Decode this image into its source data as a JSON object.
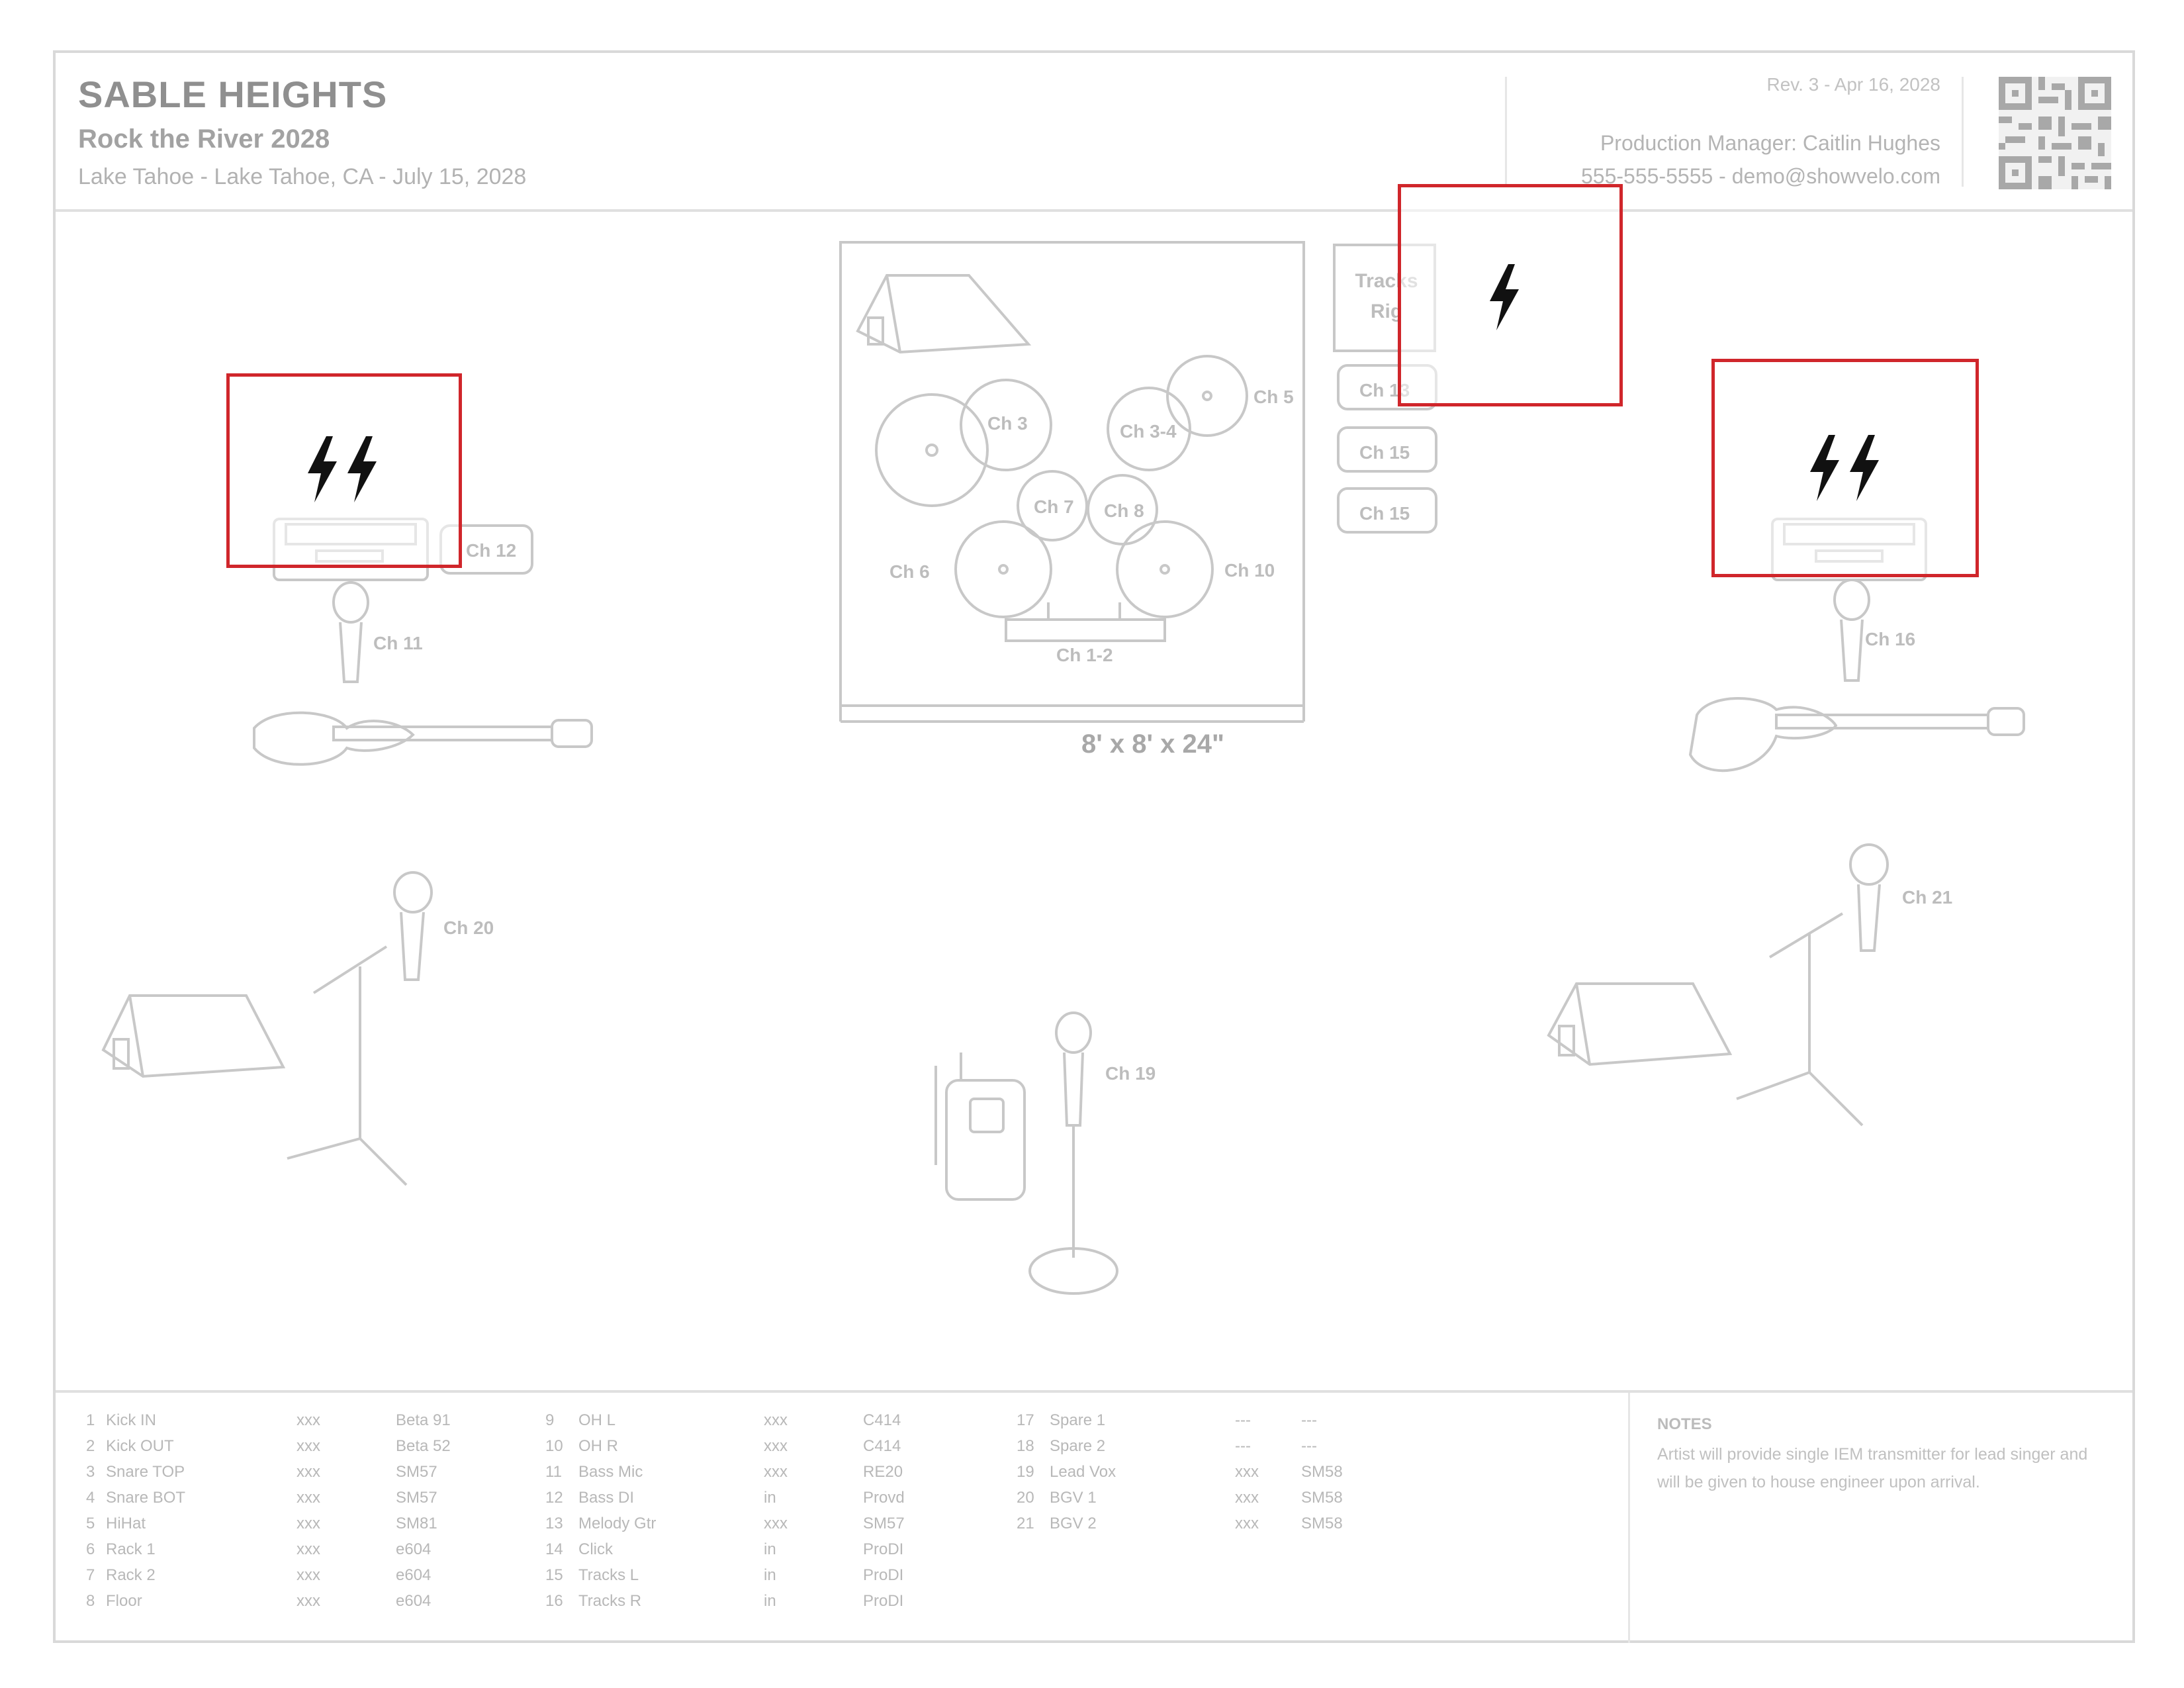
{
  "header": {
    "band_name": "SABLE HEIGHTS",
    "event_name": "Rock the River 2028",
    "event_line": "Lake Tahoe - Lake Tahoe, CA - July 15, 2028",
    "revision": "Rev. 3 - Apr 16, 2028",
    "production_manager": "Production Manager: Caitlin Hughes",
    "contact": "555-555-5555 - demo@showvelo.com"
  },
  "stage": {
    "drum_riser_size": "8' x 8' x 24\"",
    "tracks_rig_label": "Tracks Rig",
    "labels": {
      "ch_kick": "Ch 1-2",
      "ch_snare": "Ch 3",
      "ch_hat": "Ch 3-4",
      "ch_ride": "Ch 5",
      "ch_tom1": "Ch 7",
      "ch_tom2": "Ch 8",
      "ch_floor1": "Ch 6",
      "ch_floor2": "Ch 10",
      "ch_track1": "Ch 13",
      "ch_track2": "Ch 15",
      "ch_track3": "Ch 15",
      "ch_bass_amp": "Ch 12",
      "ch_bass_di": "Ch 11",
      "ch_gtr_amp": "Ch 16",
      "ch_vox_left": "Ch 20",
      "ch_vox_right": "Ch 21",
      "ch_vox_center": "Ch 19"
    }
  },
  "inputs": {
    "col1": [
      {
        "n": "1",
        "name": "Kick IN",
        "mic": "xxx",
        "model": "Beta 91"
      },
      {
        "n": "2",
        "name": "Kick OUT",
        "mic": "xxx",
        "model": "Beta 52"
      },
      {
        "n": "3",
        "name": "Snare TOP",
        "mic": "xxx",
        "model": "SM57"
      },
      {
        "n": "4",
        "name": "Snare BOT",
        "mic": "xxx",
        "model": "SM57"
      },
      {
        "n": "5",
        "name": "HiHat",
        "mic": "xxx",
        "model": "SM81"
      },
      {
        "n": "6",
        "name": "Rack 1",
        "mic": "xxx",
        "model": "e604"
      },
      {
        "n": "7",
        "name": "Rack 2",
        "mic": "xxx",
        "model": "e604"
      },
      {
        "n": "8",
        "name": "Floor",
        "mic": "xxx",
        "model": "e604"
      }
    ],
    "col2": [
      {
        "n": "9",
        "name": "OH L",
        "mic": "xxx",
        "model": "C414"
      },
      {
        "n": "10",
        "name": "OH R",
        "mic": "xxx",
        "model": "C414"
      },
      {
        "n": "11",
        "name": "Bass Mic",
        "mic": "xxx",
        "model": "RE20"
      },
      {
        "n": "12",
        "name": "Bass DI",
        "mic": "in",
        "model": "Provd"
      },
      {
        "n": "13",
        "name": "Melody Gtr",
        "mic": "xxx",
        "model": "SM57"
      },
      {
        "n": "14",
        "name": "Click",
        "mic": "in",
        "model": "ProDI"
      },
      {
        "n": "15",
        "name": "Tracks L",
        "mic": "in",
        "model": "ProDI"
      },
      {
        "n": "16",
        "name": "Tracks R",
        "mic": "in",
        "model": "ProDI"
      }
    ],
    "col3": [
      {
        "n": "17",
        "name": "Spare 1",
        "mic": "---",
        "model": "---"
      },
      {
        "n": "18",
        "name": "Spare 2",
        "mic": "---",
        "model": "---"
      },
      {
        "n": "19",
        "name": "Lead Vox",
        "mic": "xxx",
        "model": "SM58"
      },
      {
        "n": "20",
        "name": "BGV 1",
        "mic": "xxx",
        "model": "SM58"
      },
      {
        "n": "21",
        "name": "BGV 2",
        "mic": "xxx",
        "model": "SM58"
      }
    ],
    "notes_title": "NOTES",
    "notes_text": "Artist will provide single IEM transmitter for lead singer and will be given to house engineer upon arrival."
  },
  "colors": {
    "highlight": "#d0262b",
    "diagram_line": "#c8c8c8"
  }
}
